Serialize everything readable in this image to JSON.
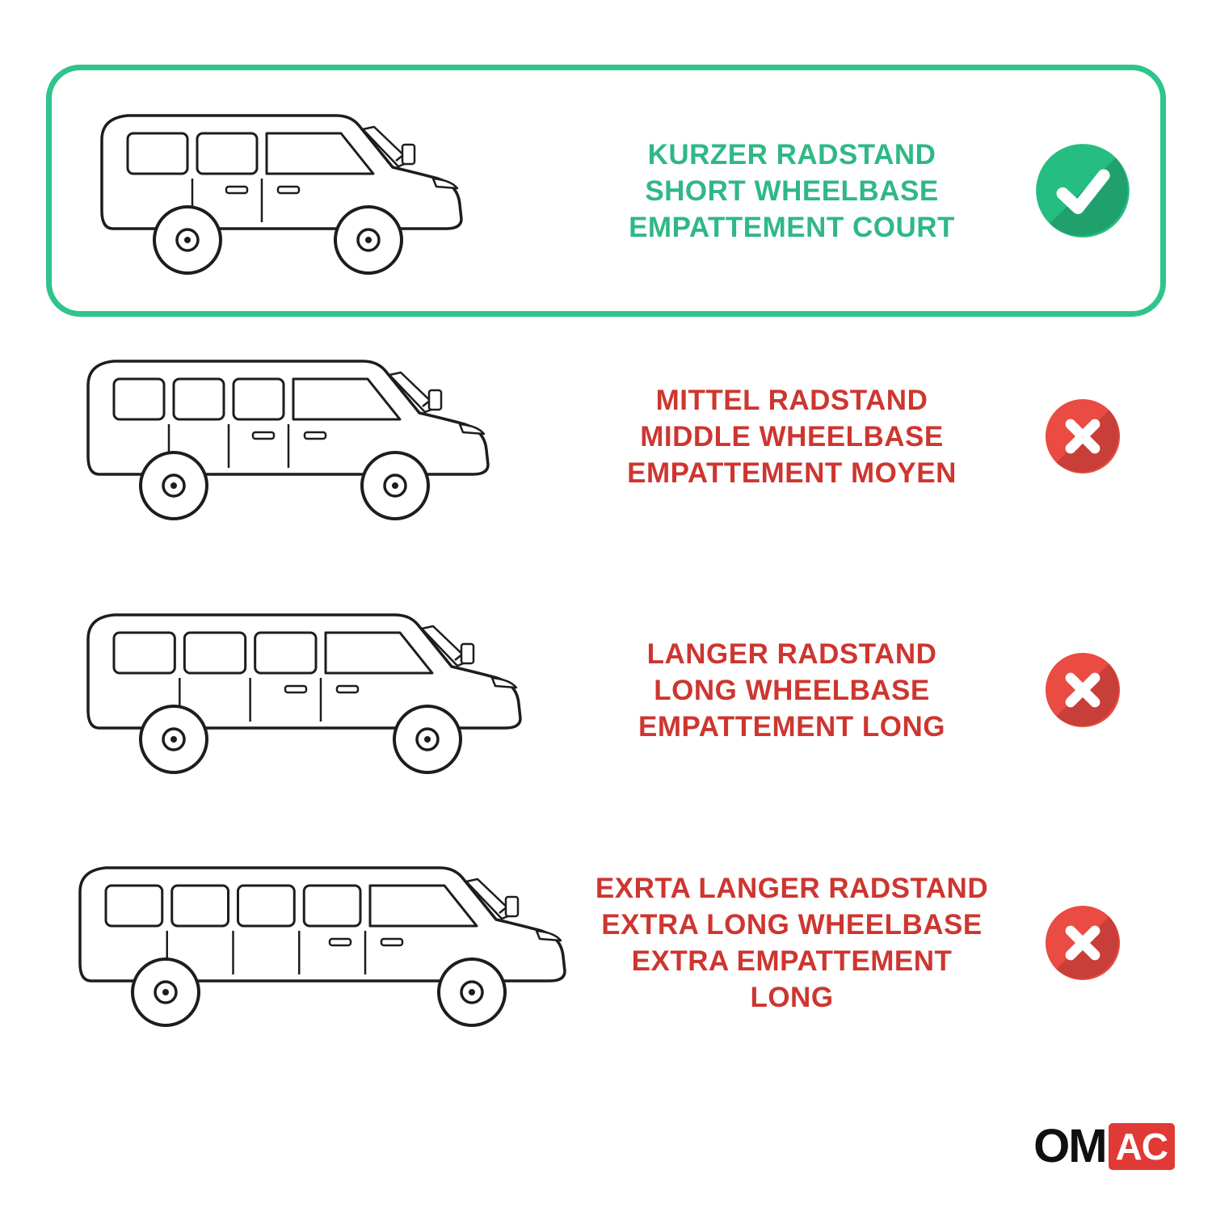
{
  "rows": [
    {
      "variant": "short",
      "highlighted": true,
      "status": "check",
      "icon": "check-circle-icon",
      "lines": [
        "KURZER RADSTAND",
        "SHORT WHEELBASE",
        "EMPATTEMENT COURT"
      ]
    },
    {
      "variant": "middle",
      "highlighted": false,
      "status": "cross",
      "icon": "cross-circle-icon",
      "lines": [
        "MITTEL RADSTAND",
        "MIDDLE WHEELBASE",
        "EMPATTEMENT MOYEN"
      ]
    },
    {
      "variant": "long",
      "highlighted": false,
      "status": "cross",
      "icon": "cross-circle-icon",
      "lines": [
        "LANGER RADSTAND",
        "LONG WHEELBASE",
        "EMPATTEMENT LONG"
      ]
    },
    {
      "variant": "extra-long",
      "highlighted": false,
      "status": "cross",
      "icon": "cross-circle-icon",
      "lines": [
        "EXRTA LANGER RADSTAND",
        "EXTRA LONG WHEELBASE",
        "EXTRA EMPATTEMENT LONG"
      ]
    }
  ],
  "logo": {
    "prefix": "OM",
    "suffix": "AC"
  },
  "colors": {
    "bg": "#ffffff",
    "green": "#2fb886",
    "green-icon": "#25bd81",
    "red": "#cd3630",
    "red-icon": "#ea4b42",
    "border-green": "#2ec48c",
    "ink": "#1d1d1d",
    "logo-red": "#e03a36"
  }
}
